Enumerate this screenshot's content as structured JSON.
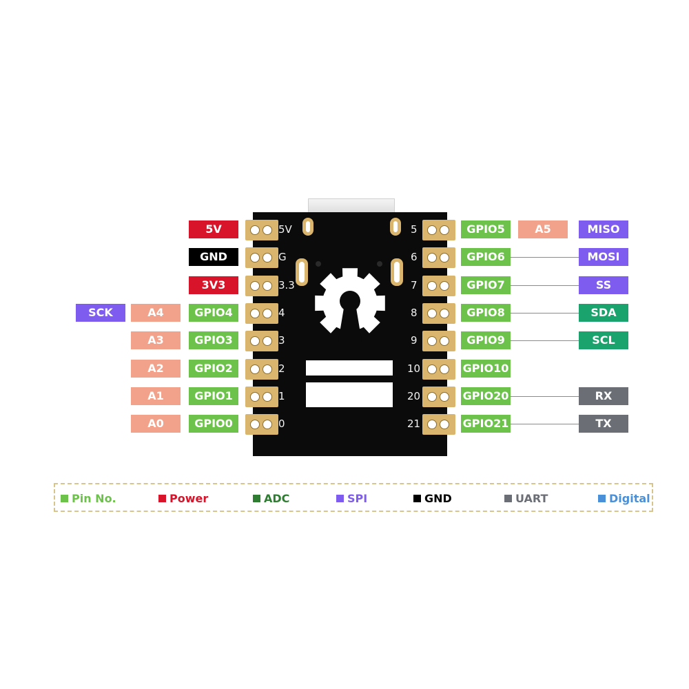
{
  "colors": {
    "pin": "#6cc24a",
    "power": "#d7142a",
    "adc": "#f2a18a",
    "spi": "#7f5cf0",
    "gnd": "#000000",
    "uart": "#6b6f75",
    "i2c": "#1aa36d",
    "board": "#0b0b0b",
    "pad": "#d9b56d"
  },
  "left_pins": [
    {
      "num": "5V",
      "label": "5V",
      "label_type": "power",
      "adc": "",
      "spi": ""
    },
    {
      "num": "G",
      "label": "GND",
      "label_type": "gnd",
      "adc": "",
      "spi": ""
    },
    {
      "num": "3.3",
      "label": "3V3",
      "label_type": "power",
      "adc": "",
      "spi": ""
    },
    {
      "num": "4",
      "label": "GPIO4",
      "label_type": "pin",
      "adc": "A4",
      "spi": "SCK"
    },
    {
      "num": "3",
      "label": "GPIO3",
      "label_type": "pin",
      "adc": "A3",
      "spi": ""
    },
    {
      "num": "2",
      "label": "GPIO2",
      "label_type": "pin",
      "adc": "A2",
      "spi": ""
    },
    {
      "num": "1",
      "label": "GPIO1",
      "label_type": "pin",
      "adc": "A1",
      "spi": ""
    },
    {
      "num": "0",
      "label": "GPIO0",
      "label_type": "pin",
      "adc": "A0",
      "spi": ""
    }
  ],
  "right_pins": [
    {
      "num": "5",
      "label": "GPIO5",
      "adc": "A5",
      "func": "MISO",
      "func_type": "spi"
    },
    {
      "num": "6",
      "label": "GPIO6",
      "adc": "",
      "func": "MOSI",
      "func_type": "spi"
    },
    {
      "num": "7",
      "label": "GPIO7",
      "adc": "",
      "func": "SS",
      "func_type": "spi"
    },
    {
      "num": "8",
      "label": "GPIO8",
      "adc": "",
      "func": "SDA",
      "func_type": "i2c"
    },
    {
      "num": "9",
      "label": "GPIO9",
      "adc": "",
      "func": "SCL",
      "func_type": "i2c"
    },
    {
      "num": "10",
      "label": "GPIO10",
      "adc": "",
      "func": "",
      "func_type": ""
    },
    {
      "num": "20",
      "label": "GPIO20",
      "adc": "",
      "func": "RX",
      "func_type": "uart"
    },
    {
      "num": "21",
      "label": "GPIO21",
      "adc": "",
      "func": "TX",
      "func_type": "uart"
    }
  ],
  "legend": [
    {
      "label": "Pin No.",
      "color": "#6cc24a"
    },
    {
      "label": "Power",
      "color": "#d7142a"
    },
    {
      "label": "ADC",
      "color": "#2f7d32"
    },
    {
      "label": "SPI",
      "color": "#7f5cf0"
    },
    {
      "label": "GND",
      "color": "#000000"
    },
    {
      "label": "UART",
      "color": "#6b6f75"
    },
    {
      "label": "Digital",
      "color": "#4a90d9"
    }
  ]
}
